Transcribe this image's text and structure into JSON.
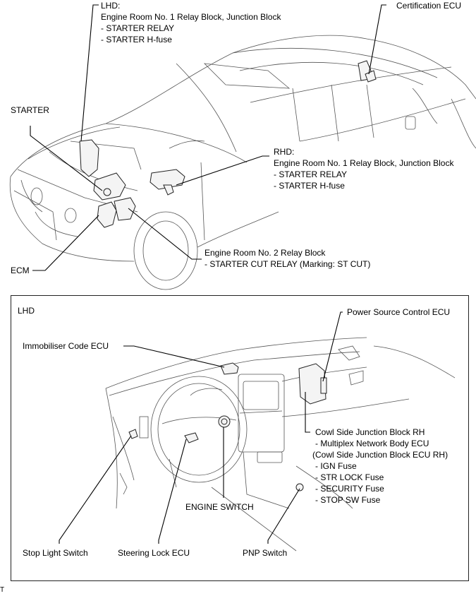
{
  "top_diagram": {
    "lhd_relay": {
      "heading": "LHD:",
      "lines": [
        "Engine Room No. 1 Relay Block, Junction Block",
        "- STARTER RELAY",
        "- STARTER H-fuse"
      ]
    },
    "certification_ecu": "Certification ECU",
    "starter": "STARTER",
    "rhd_relay": {
      "heading": "RHD:",
      "lines": [
        "Engine Room No. 1 Relay Block, Junction Block",
        "- STARTER RELAY",
        "- STARTER H-fuse"
      ]
    },
    "ecm": "ECM",
    "relay_block_2": {
      "heading": "Engine Room No. 2 Relay Block",
      "lines": [
        "- STARTER CUT RELAY (Marking: ST CUT)"
      ]
    }
  },
  "bottom_diagram": {
    "title": "LHD",
    "power_source_control_ecu": "Power Source Control ECU",
    "immobiliser_code_ecu": "Immobiliser Code ECU",
    "cowl_side": {
      "heading": "Cowl Side Junction Block RH",
      "lines": [
        "- Multiplex Network Body ECU",
        "(Cowl Side Junction Block ECU RH)",
        "- IGN Fuse",
        "- STR LOCK Fuse",
        "- SECURITY Fuse",
        "- STOP SW Fuse"
      ]
    },
    "engine_switch": "ENGINE SWITCH",
    "stop_light_switch": "Stop Light Switch",
    "steering_lock_ecu": "Steering Lock ECU",
    "pnp_switch": "PNP Switch"
  },
  "footer_mark": "T"
}
